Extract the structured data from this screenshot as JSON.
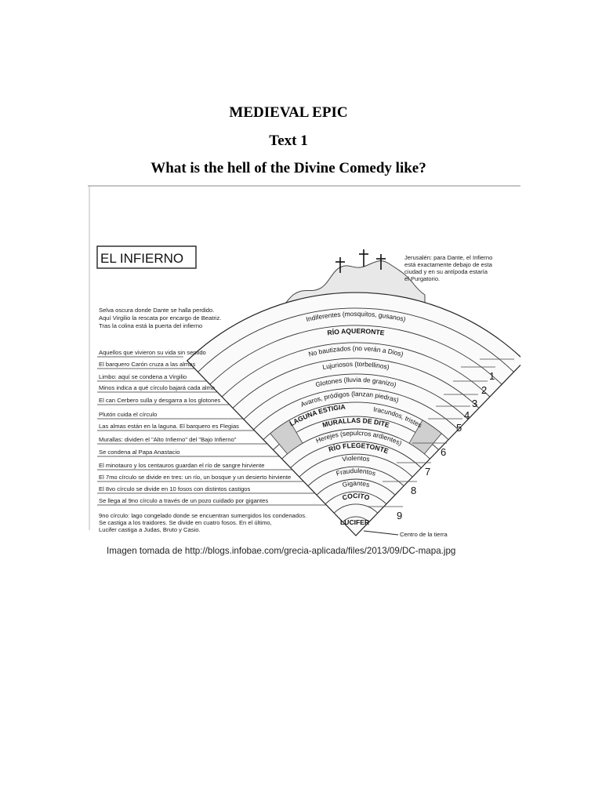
{
  "document": {
    "title": "MEDIEVAL EPIC",
    "subtitle": "Text 1",
    "question": "What is the hell of the Divine Comedy like?"
  },
  "figure": {
    "title": "EL INFIERNO",
    "jerusalem_note": [
      "Jerusalén: para Dante, el Infierno",
      "está exactamente debajo de esta",
      "ciudad y en su antípoda estaría",
      "el Purgatorio."
    ],
    "selva_note": [
      "Selva oscura donde Dante se halla perdido.",
      "Aquí Virgilio la rescata por encargo de Beatriz.",
      "Tras la colina está la puerta del infierno"
    ],
    "left_labels": [
      "Aquellos que vivieron su vida sin sentido",
      "El barquero Carón cruza a las almas",
      "Limbo: aquí se condena a Virgilio",
      "Minos indica a qué círculo bajará cada alma",
      "El can Cerbero sulla y desgarra a los glotones",
      "Plutón cuida el círculo",
      "Las almas están en la laguna. El barquero es Flegias",
      "Murallas: dividen el \"Alto Infierno\" del \"Bajo Infierno\"",
      "Se condena al Papa Anastacio",
      "El minotauro y los centauros guardan el río de sangre hirviente",
      "El 7mo círculo se divide en tres: un río, un bosque y un desierto hirviente",
      "El 8vo círculo se divide en 10 fosos con distintos castigos",
      "Se llega al 9no círculo a través de un pozo cuidado por gigantes"
    ],
    "ninth_note": [
      "9no círculo: lago congelado donde se encuentran sumergidos los condenados.",
      "Se castiga a los traidores. Se divide en cuatro fosos. En el último,",
      "Lucifer castiga a Judas, Bruto y Casio."
    ],
    "rings": [
      "Indiferentes (mosquitos, gusanos)",
      "RÍO AQUERONTE",
      "No bautizados (no verán a Dios)",
      "Lujuriosos (torbellinos)",
      "Glotones (lluvia de granizo)",
      "Avaros, pródigos (lanzan piedras)",
      "LAGUNA ESTIGIA",
      "Iracundos, tristes",
      "MURALLAS DE DITE",
      "Herejes (sepulcros ardientes)",
      "RÍO FLEGETONTE",
      "Violentos",
      "Fraudulentos",
      "Gigantes",
      "COCITO",
      "LUCIFER"
    ],
    "circle_numbers": [
      "1",
      "2",
      "3",
      "4",
      "5",
      "6",
      "7",
      "8",
      "9"
    ],
    "center_label": "Centro de la tierra",
    "source_caption": "Imagen tomada de http://blogs.infobae.com/grecia-aplicada/files/2013/09/DC-mapa.jpg"
  }
}
